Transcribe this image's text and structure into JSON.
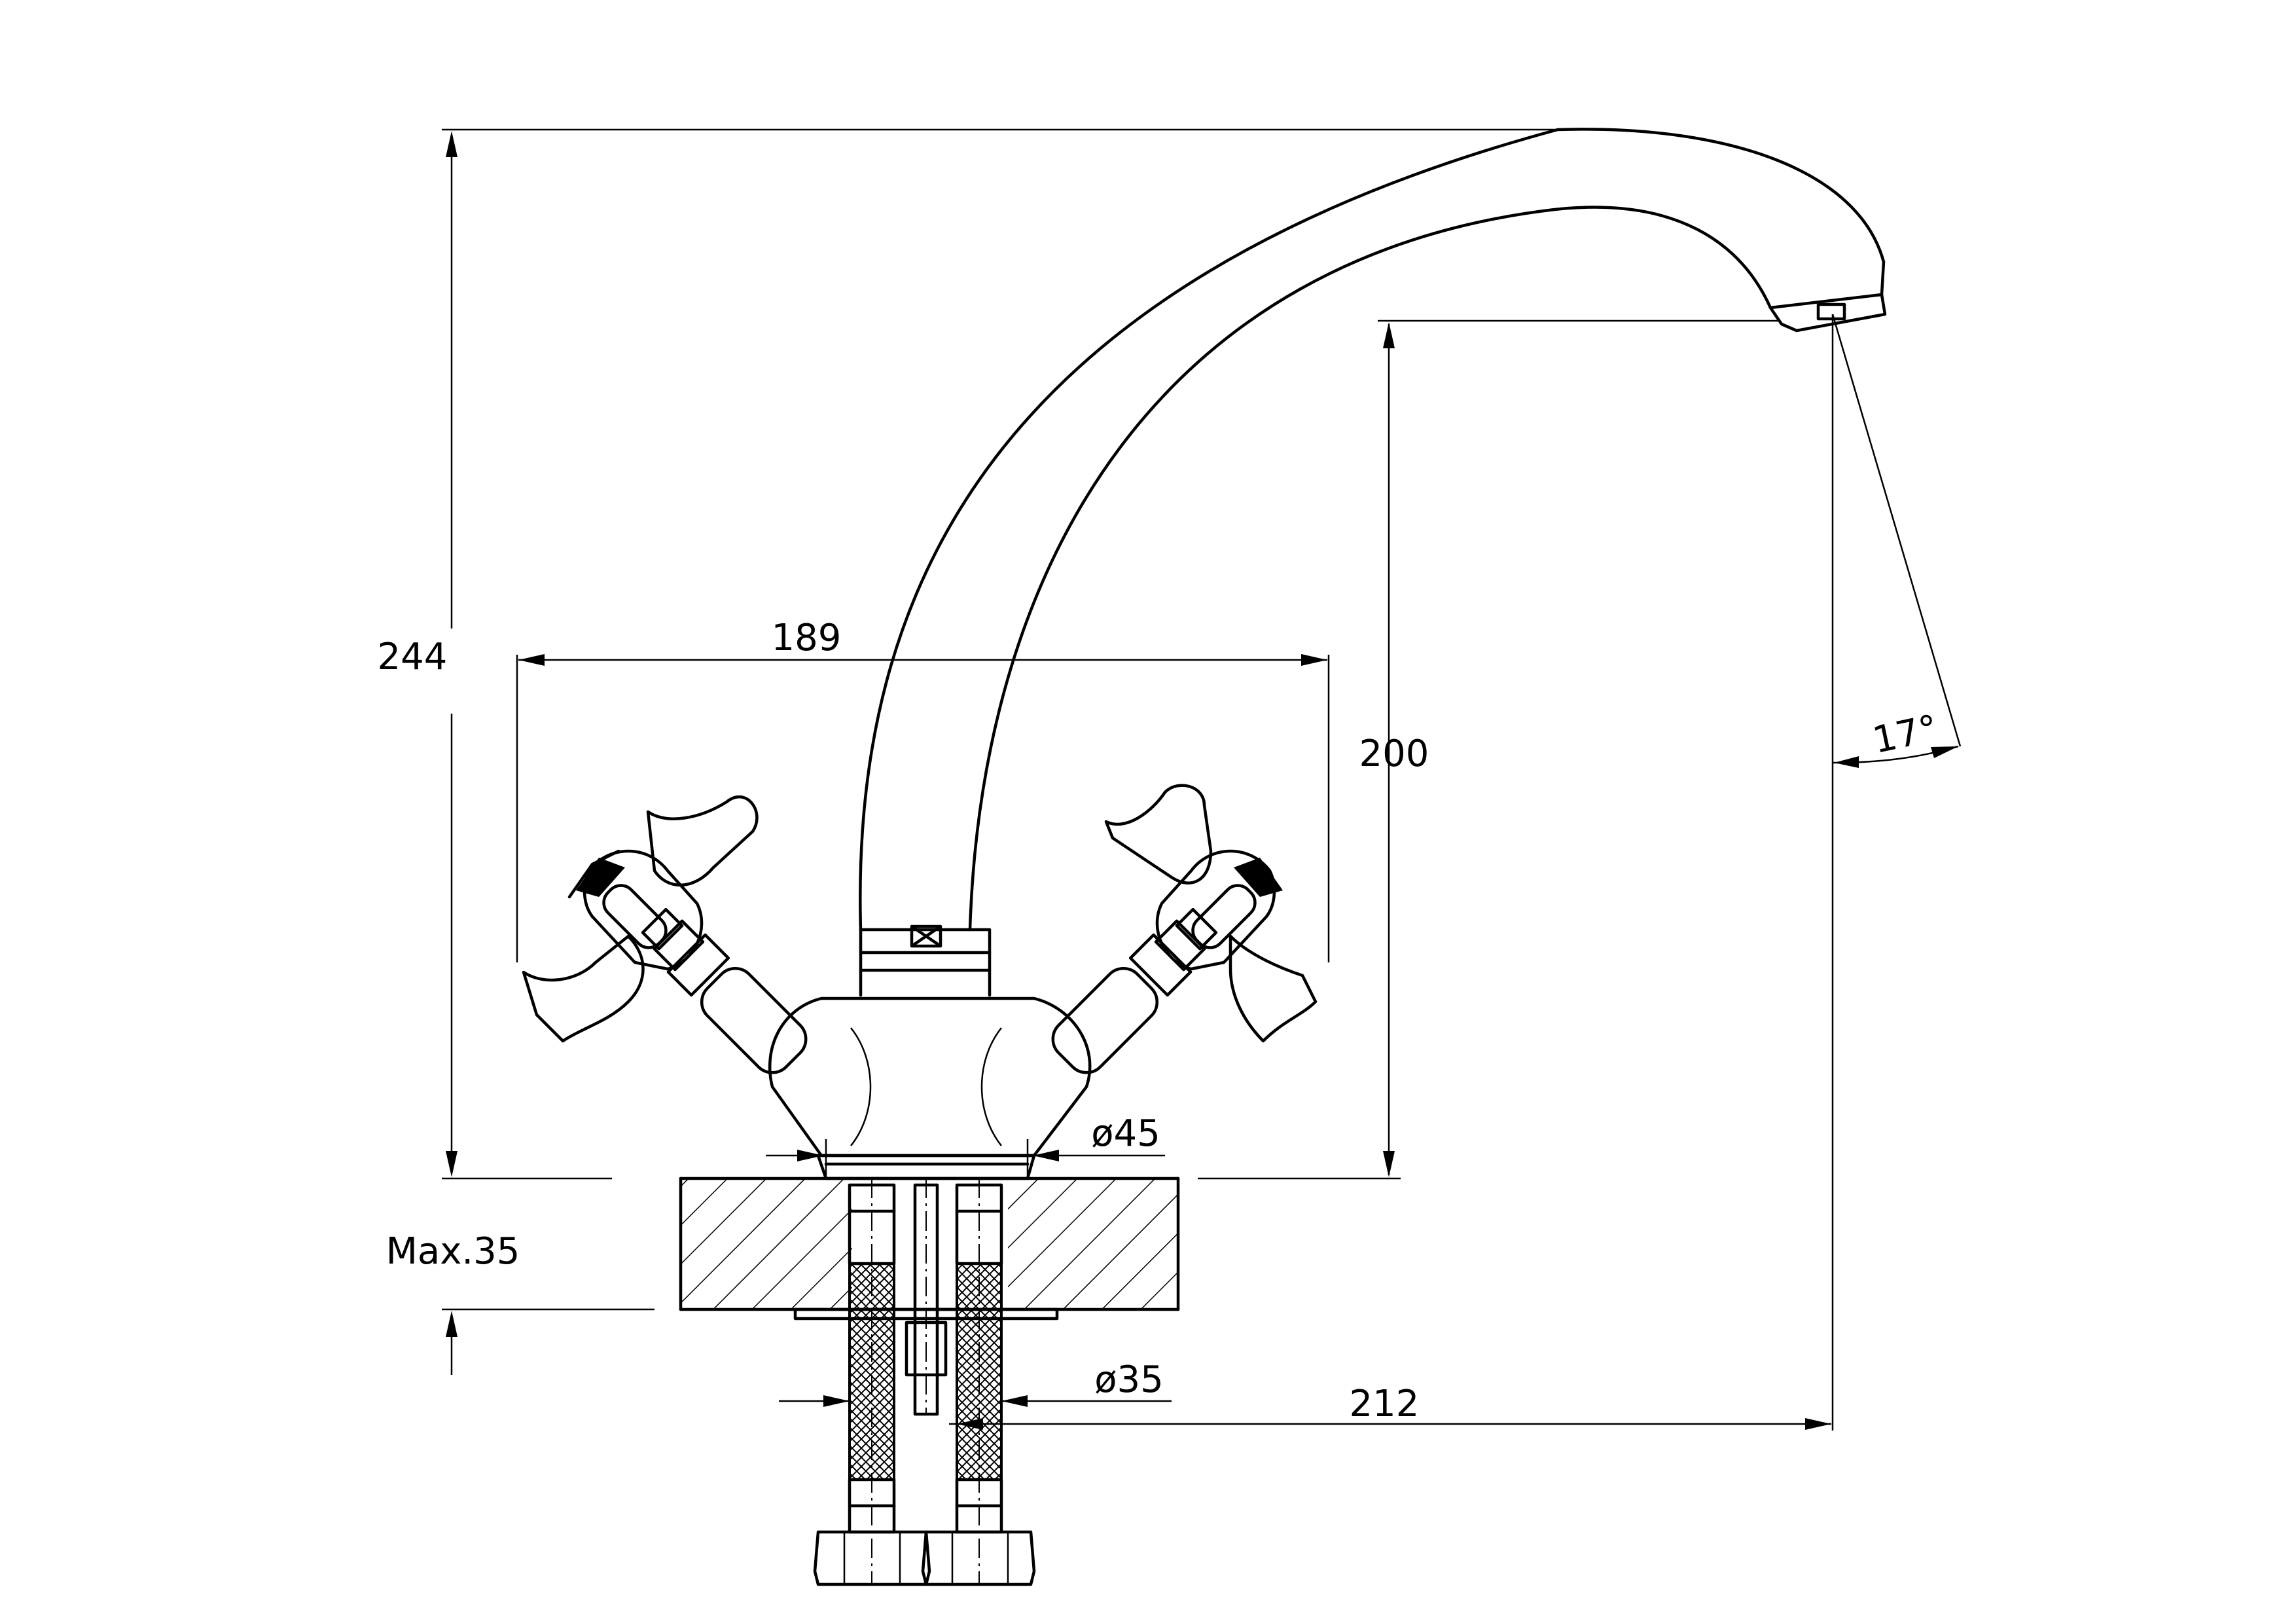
{
  "dimensions": {
    "overall_height": "244",
    "handle_span": "189",
    "spout_height": "200",
    "base_diameter": "ø45",
    "max_thickness": "Max.35",
    "hole_diameter": "ø35",
    "spout_reach": "212",
    "aerator_angle": "17°"
  }
}
